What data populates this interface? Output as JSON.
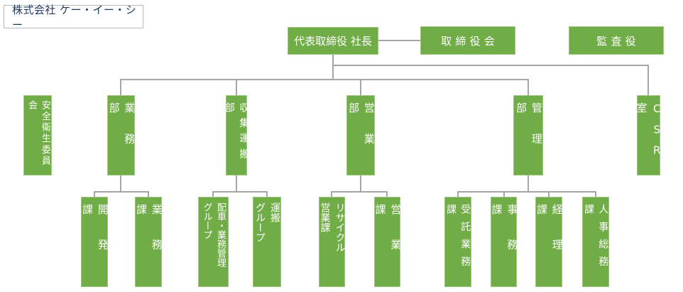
{
  "company": {
    "name": "株式会社 ケー・イー・シー"
  },
  "colors": {
    "node_fill": "#70AD47",
    "node_text": "#FFFFFF",
    "connector": "#A6A6A6",
    "company_name_text": "#1E3A5F",
    "company_box_border": "#B3B9BE"
  },
  "org": {
    "president": {
      "label": "代表取締役 社長"
    },
    "board": {
      "label": "取締役会"
    },
    "auditor": {
      "label": "監査役"
    },
    "safety_committee": {
      "label": "安全衛生委員会"
    },
    "csr_office": {
      "label": "CSR室"
    },
    "departments": {
      "gyomu": {
        "label": "業務部",
        "children": {
          "kaihatsu": {
            "label": "開発課"
          },
          "gyomuka": {
            "label": "業務課"
          }
        }
      },
      "shushu_unpan": {
        "label": "収集運搬部",
        "children": {
          "haisha": {
            "label": "配車・業務管理\nグループ"
          },
          "unpan": {
            "label": "運搬\nグループ"
          }
        }
      },
      "eigyo": {
        "label": "営業部",
        "children": {
          "recycle": {
            "label": "リサイクル\n営業課"
          },
          "eigyoka": {
            "label": "営業課"
          }
        }
      },
      "kanri": {
        "label": "管理部",
        "children": {
          "jutaku": {
            "label": "受託業務課"
          },
          "jimu": {
            "label": "事務課"
          },
          "keiri": {
            "label": "経理課"
          },
          "jinji": {
            "label": "人事総務課"
          }
        }
      }
    }
  }
}
